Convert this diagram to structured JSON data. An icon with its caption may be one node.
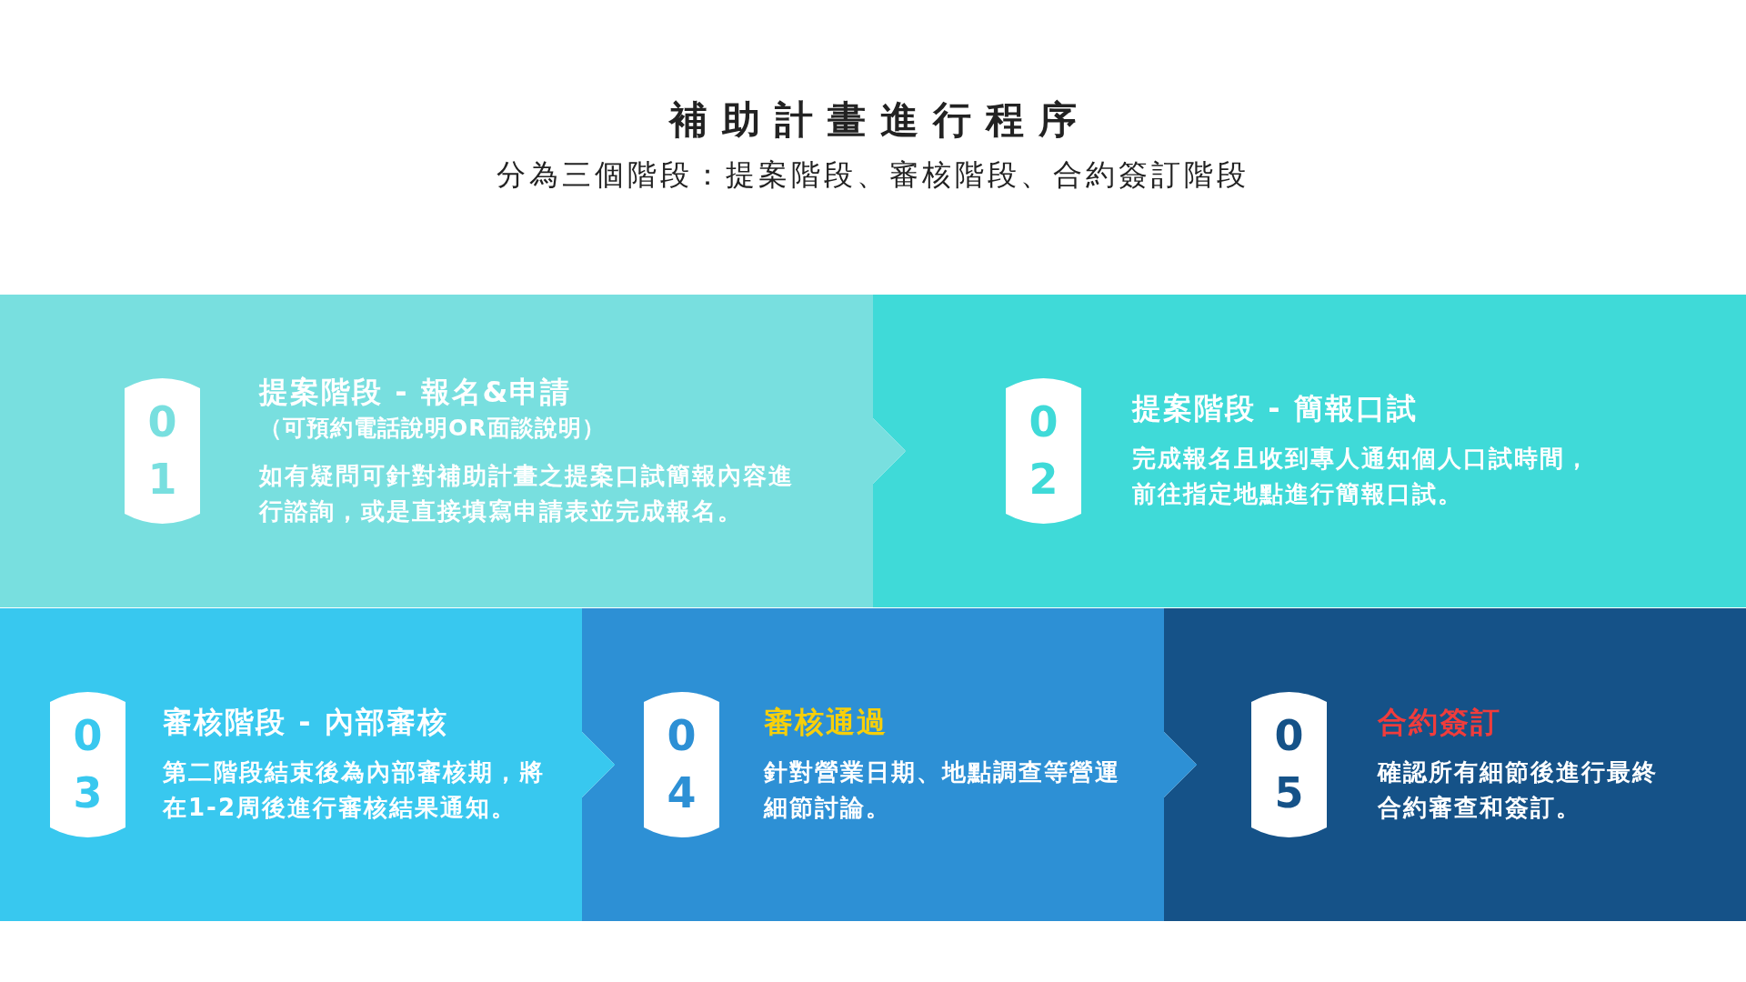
{
  "diagram": {
    "title": "補助計畫進行程序",
    "nodes": [
      {
        "text": [
          "提案階段 - 報名&申請",
          "（可預約電話說明OR面談說明）",
          "如有疑問可針對補助計畫之提案口試簡報內容進行諮詢，或是直接填寫申請表並完成報名。"
        ]
      },
      {
        "text": [
          "01"
        ],
        "in": 0
      },
      {
        "text": [
          "提案階段 - 簡報口試",
          "完成報名且收到專人通知個人口試時間，前往指定地點進行簡報口試。"
        ]
      },
      {
        "text": [
          "02"
        ],
        "in": 2
      },
      {
        "text": [
          "審核階段 - 內部審核",
          "第二階段結束後為內部審核期，將在1-2周後進行審核結果通知。"
        ]
      },
      {
        "text": [
          "03"
        ],
        "in": 4
      },
      {
        "text": [
          "審核通過",
          "針對營業日期、地點調查等營運細節討論。"
        ]
      },
      {
        "text": [
          "04"
        ],
        "in": 6
      },
      {
        "text": [
          "合約簽訂",
          "確認所有細節後進行最終合約審查和簽訂。"
        ]
      },
      {
        "text": [
          "05"
        ],
        "in": 8
      }
    ],
    "edges": [
      {
        "from": 0,
        "to": 2,
        "arrow": "to"
      },
      {
        "from": 4,
        "to": 6,
        "arrow": "to"
      },
      {
        "from": 6,
        "to": 8,
        "arrow": "to"
      }
    ],
    "labels": [
      "分為三個階段：提案階段、審核階段、合約簽訂階段"
    ]
  }
}
